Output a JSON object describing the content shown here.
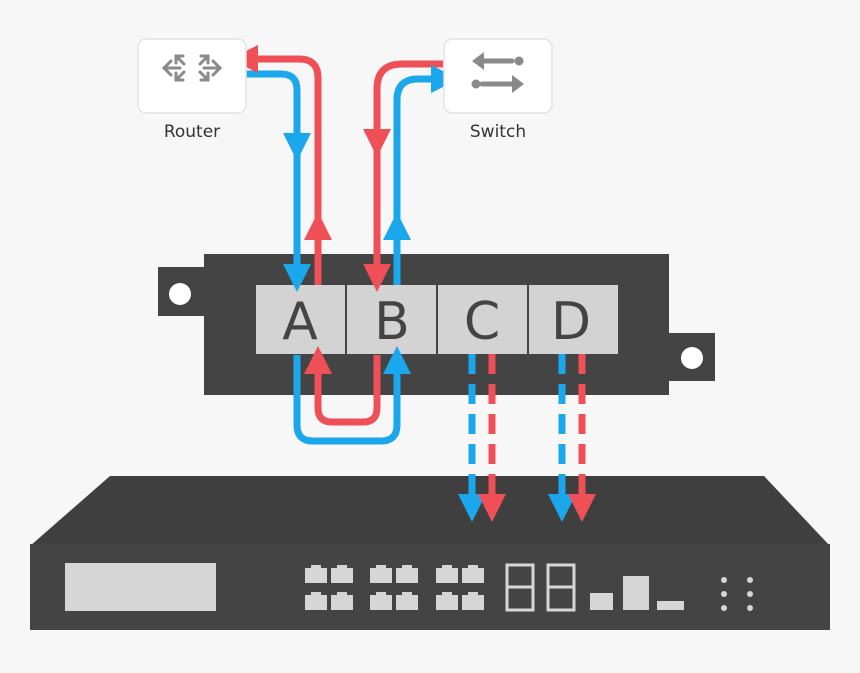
{
  "devices": {
    "router": {
      "label": "Router",
      "icon": "router-icon"
    },
    "switch": {
      "label": "Switch",
      "icon": "switch-arrows-icon"
    }
  },
  "tap": {
    "ports": [
      {
        "letter": "A"
      },
      {
        "letter": "B"
      },
      {
        "letter": "C"
      },
      {
        "letter": "D"
      }
    ]
  },
  "colors": {
    "background": "#f7f7f7",
    "blue_flow": "#1aa7ec",
    "red_flow": "#ef4f56",
    "device_body": "#444444",
    "port_face": "#d3d3d3",
    "tile": "#ffffff"
  }
}
